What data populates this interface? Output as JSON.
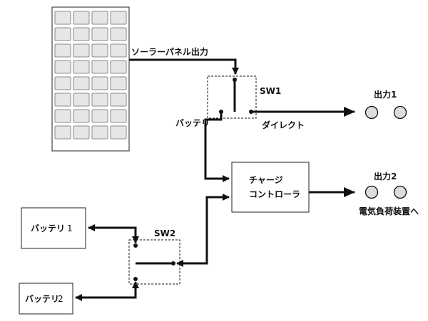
{
  "labels": {
    "solar_output": "ソーラーパネル出力",
    "sw1": "SW1",
    "sw2": "SW2",
    "battery_tap": "バッテリ",
    "direct": "ダイレクト",
    "output1": "出力1",
    "output2": "出力2",
    "load_note": "電気負荷装置へ",
    "charge_controller_line1": "チャージ",
    "charge_controller_line2": "コントローラ",
    "battery1_name": "バッテリ",
    "battery1_num": "1",
    "battery2_name": "バッテリ",
    "battery2_num": "2"
  },
  "solar_panel": {
    "rows": 8,
    "cols": 4
  },
  "colors": {
    "line": "#111111",
    "cell_fill": "#e6e6e6",
    "terminal": "#dddddd"
  }
}
